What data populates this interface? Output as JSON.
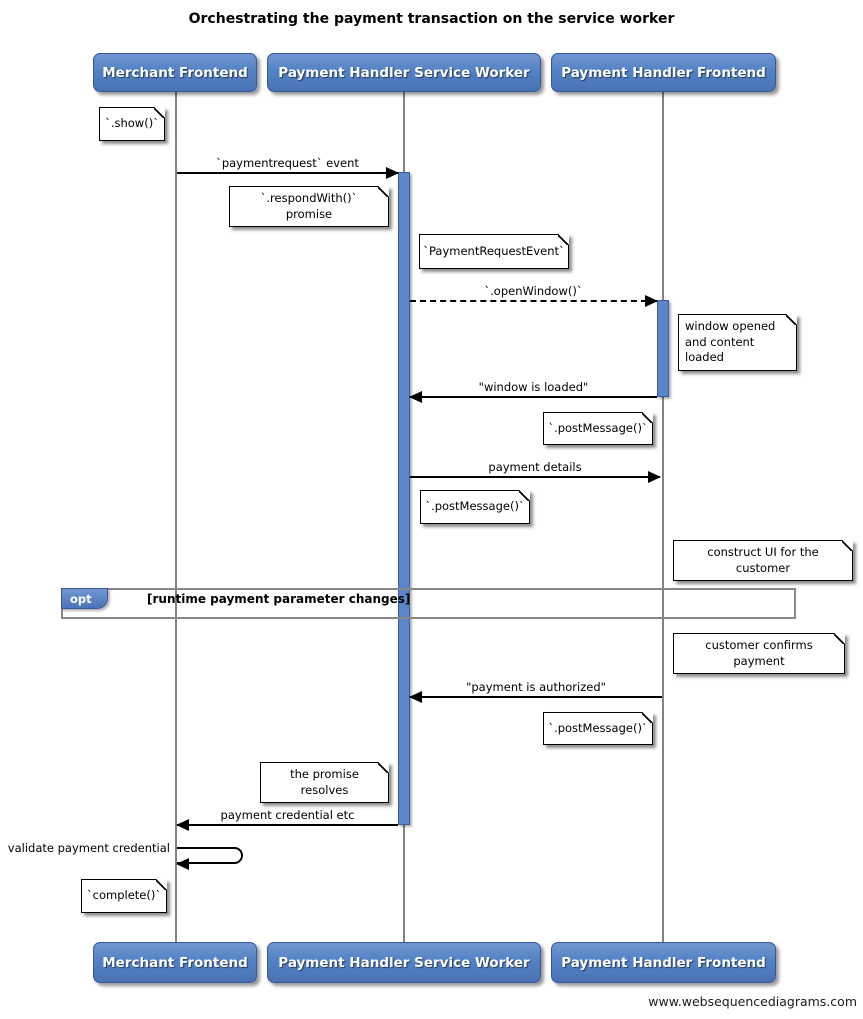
{
  "title": "Orchestrating the payment transaction on the service worker",
  "watermark": "www.websequencediagrams.com",
  "colors": {
    "actor_blue": "#5282c5",
    "activation_blue": "#5b86c9",
    "frame_gray": "#878787",
    "lifeline_gray": "#828282",
    "note_bg": "#ffffff",
    "arrow": "#000000"
  },
  "actors": [
    {
      "id": "merchant-frontend",
      "label": "Merchant Frontend"
    },
    {
      "id": "payment-handler-service-worker",
      "label": "Payment Handler Service Worker"
    },
    {
      "id": "payment-handler-frontend",
      "label": "Payment Handler Frontend"
    }
  ],
  "messages": [
    {
      "label": "`paymentrequest` event",
      "from": "Merchant Frontend",
      "to": "Payment Handler Service Worker",
      "line": "solid"
    },
    {
      "label": "`.openWindow()`",
      "from": "Payment Handler Service Worker",
      "to": "Payment Handler Frontend",
      "line": "dashed"
    },
    {
      "label": "\"window is loaded\"",
      "from": "Payment Handler Frontend",
      "to": "Payment Handler Service Worker",
      "line": "solid"
    },
    {
      "label": "payment details",
      "from": "Payment Handler Service Worker",
      "to": "Payment Handler Frontend",
      "line": "solid"
    },
    {
      "label": "\"payment is authorized\"",
      "from": "Payment Handler Frontend",
      "to": "Payment Handler Service Worker",
      "line": "solid"
    },
    {
      "label": "payment credential etc",
      "from": "Payment Handler Service Worker",
      "to": "Merchant Frontend",
      "line": "solid"
    },
    {
      "label": "validate payment credential",
      "from": "Merchant Frontend",
      "to": "Merchant Frontend",
      "line": "self"
    }
  ],
  "notes": [
    {
      "text": "`.show()`",
      "near": "Merchant Frontend"
    },
    {
      "text": "`.respondWith()` promise",
      "near": "Payment Handler Service Worker"
    },
    {
      "text": "`PaymentRequestEvent`",
      "near": "Payment Handler Service Worker"
    },
    {
      "text": "window opened\nand content loaded",
      "near": "Payment Handler Frontend"
    },
    {
      "text": "`.postMessage()`",
      "near": "Payment Handler Frontend"
    },
    {
      "text": "`.postMessage()`",
      "near": "Payment Handler Service Worker"
    },
    {
      "text": "construct UI for the customer",
      "near": "Payment Handler Frontend"
    },
    {
      "text": "customer confirms payment",
      "near": "Payment Handler Frontend"
    },
    {
      "text": "`.postMessage()`",
      "near": "Payment Handler Frontend"
    },
    {
      "text": "the promise resolves",
      "near": "Payment Handler Service Worker"
    },
    {
      "text": "`complete()`",
      "near": "Merchant Frontend"
    }
  ],
  "fragment": {
    "operator": "opt",
    "guard": "[runtime payment parameter changes]"
  }
}
